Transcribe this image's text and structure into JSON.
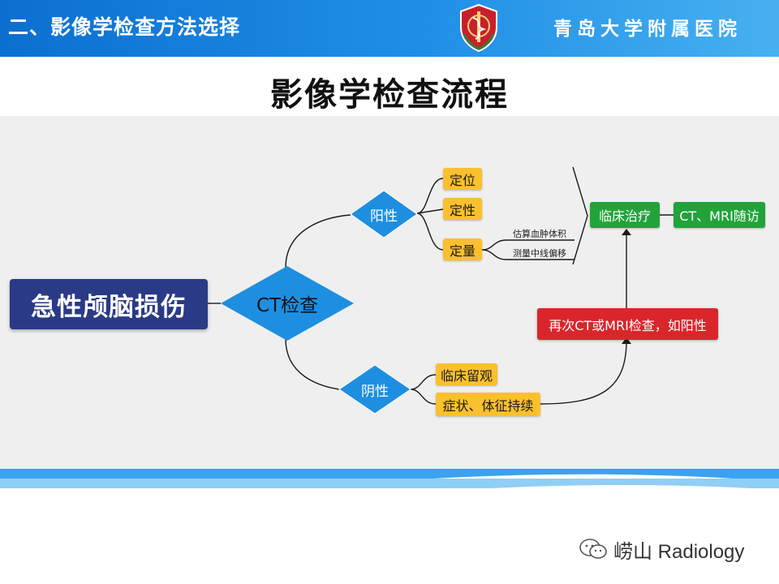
{
  "header": {
    "title": "二、影像学检查方法选择",
    "hospital": "青岛大学附属医院",
    "emblem_icon": "hospital-emblem-icon"
  },
  "slide_title": "影像学检查流程",
  "diagram": {
    "root": "急性颅脑损伤",
    "exam": "CT检查",
    "positive": {
      "label": "阳性",
      "items": [
        "定位",
        "定性",
        "定量"
      ],
      "quantify_notes": [
        "估算血肿体积",
        "测量中线偏移"
      ]
    },
    "negative": {
      "label": "阴性",
      "items": [
        "临床留观",
        "症状、体征持续"
      ]
    },
    "recheck": "再次CT或MRI检查，如阳性",
    "treatment": "临床治疗",
    "followup": "CT、MRI随访"
  },
  "footer": {
    "brand": "崂山 Radiology",
    "brand_icon": "wechat-icon"
  },
  "colors": {
    "header_blue": "#0c6fd0",
    "navy": "#2a3a86",
    "diamond_blue": "#1e8fe0",
    "yellow": "#fbc02d",
    "green": "#22a33a",
    "red": "#d9262b",
    "connector": "#1a1a1a"
  }
}
